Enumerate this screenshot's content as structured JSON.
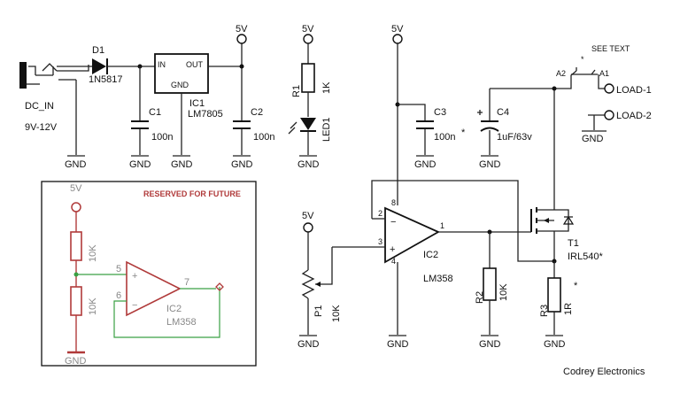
{
  "labels": {
    "dc_in": "DC_IN",
    "vin_range": "9V-12V",
    "d1_ref": "D1",
    "d1_part": "1N5817",
    "ic1_in": "IN",
    "ic1_out": "OUT",
    "ic1_gnd": "GND",
    "ic1_ref": "IC1",
    "ic1_part": "LM7805",
    "c1_ref": "C1",
    "c1_val": "100n",
    "c2_ref": "C2",
    "c2_val": "100n",
    "r1_ref": "R1",
    "r1_val": "1K",
    "led1_ref": "LED1",
    "c3_ref": "C3",
    "c3_val": "100n",
    "c3_note": "*",
    "c4_ref": "C4",
    "c4_val": "1uF/63v",
    "see_text": "SEE TEXT",
    "see_star": "*",
    "a1": "A1",
    "a2": "A2",
    "load1": "LOAD-1",
    "load2": "LOAD-2",
    "t1_ref": "T1",
    "t1_part": "IRL540*",
    "ic2_ref": "IC2",
    "ic2_part": "LM358",
    "r2_ref": "R2",
    "r2_val": "10K",
    "r3_ref": "R3",
    "r3_val": "1R",
    "r3_note": "*",
    "p1_ref": "P1",
    "p1_val": "10K",
    "v5": "5V",
    "gnd": "GND",
    "pin_2": "2",
    "pin_3": "3",
    "pin_8": "8",
    "pin_4": "4",
    "pin_1": "1",
    "credit": "Codrey Electronics"
  },
  "reserved": {
    "title": "RESERVED FOR FUTURE",
    "v5": "5V",
    "r_top_val": "10K",
    "r_bot_val": "10K",
    "gnd": "GND",
    "ic_ref": "IC2",
    "ic_part": "LM358",
    "pin_5": "5",
    "pin_6": "6",
    "pin_7": "7",
    "plus": "+",
    "minus": "−"
  },
  "colors": {
    "reserved_accent": "#b03a3a",
    "reserved_wire": "#3aa043",
    "ink": "#111111"
  }
}
